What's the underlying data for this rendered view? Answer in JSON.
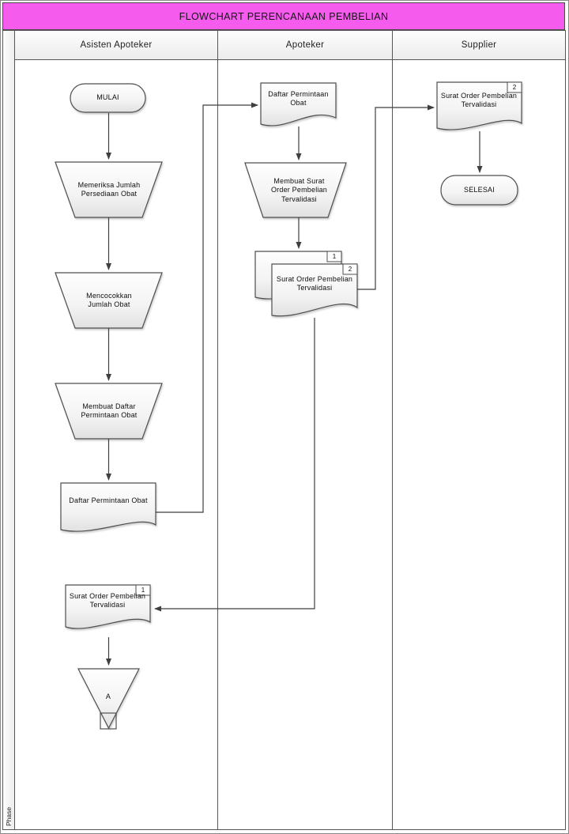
{
  "title": "FLOWCHART PERENCANAAN PEMBELIAN",
  "phase_label": "Phase",
  "lanes": [
    {
      "label": "Asisten Apoteker"
    },
    {
      "label": "Apoteker"
    },
    {
      "label": "Supplier"
    }
  ],
  "nodes": {
    "start": {
      "label": "MULAI",
      "type": "terminator"
    },
    "check_stock": {
      "label": "Memeriksa Jumlah Persediaan Obat",
      "type": "manual-operation"
    },
    "match_qty": {
      "label": "Mencocokkan Jumlah Obat",
      "type": "manual-operation"
    },
    "make_request_list": {
      "label": "Membuat Daftar Permintaan Obat",
      "type": "manual-operation"
    },
    "request_list_asisten": {
      "label": "Daftar Permintaan Obat",
      "type": "document"
    },
    "request_list_apoteker": {
      "label": "Daftar Permintaan Obat",
      "type": "document"
    },
    "make_purchase_order": {
      "label": "Membuat Surat Order Pembelian Tervalidasi",
      "type": "manual-operation"
    },
    "purchase_order_copies": {
      "label": "Surat Order Pembelian Tervalidasi",
      "type": "document-stack",
      "back_copy": "1",
      "front_copy": "2"
    },
    "purchase_order_supplier": {
      "label": "Surat Order Pembelian Tervalidasi",
      "type": "document",
      "copy": "2"
    },
    "purchase_order_asisten": {
      "label": "Surat Order Pembelian Tervalidasi",
      "type": "document",
      "copy": "1"
    },
    "archive_connector": {
      "label": "A",
      "type": "off-page-storage"
    },
    "end": {
      "label": "SELESAI",
      "type": "terminator"
    }
  },
  "colors": {
    "title_bar": "#f55cee",
    "shape_stroke": "#4f4f4f",
    "lane_stroke": "#565656",
    "text": "#0e0e0e"
  }
}
